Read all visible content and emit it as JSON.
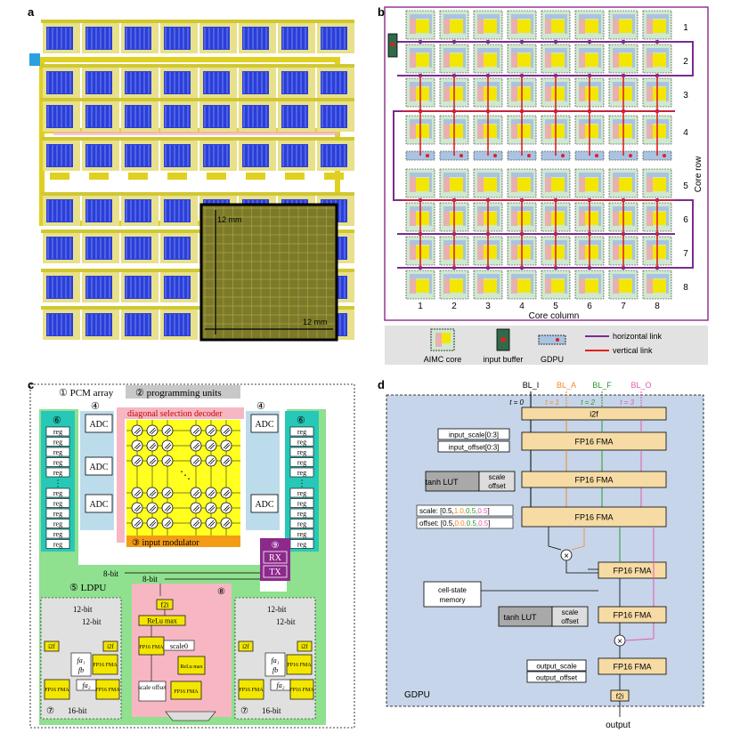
{
  "panels": {
    "a": "a",
    "b": "b",
    "c": "c",
    "d": "d"
  },
  "panel_a": {
    "scale_vertical": "12 mm",
    "scale_horizontal": "12 mm"
  },
  "panel_b": {
    "row_labels": [
      "1",
      "2",
      "3",
      "4",
      "5",
      "6",
      "7",
      "8"
    ],
    "col_labels": [
      "1",
      "2",
      "3",
      "4",
      "5",
      "6",
      "7",
      "8"
    ],
    "row_axis_label": "Core row",
    "col_axis_label": "Core column",
    "legend": {
      "aimc_core": "AIMC core",
      "input_buffer": "input buffer",
      "gdpu": "GDPU",
      "horizontal_link": "horizontal link",
      "vertical_link": "vertical link"
    },
    "colors": {
      "horizontal": "#7b2c8e",
      "vertical": "#e02020",
      "core": "#f3e600"
    }
  },
  "panel_c": {
    "pcm_array": "① PCM array",
    "programming_units": "② programming units",
    "diag_decoder": "diagonal selection decoder",
    "input_modulator": "③ input modulator",
    "adc": "ADC",
    "circ4": "④",
    "ldpu": "⑤ LDPU",
    "circ6": "⑥",
    "circ7": "⑦",
    "circ8": "⑧",
    "circ9": "⑨",
    "reg": "reg",
    "dots": "⋮",
    "rx": "RX",
    "tx": "TX",
    "bit8": "8-bit",
    "bit12": "12-bit",
    "bit16": "16-bit",
    "i2f": "i2f",
    "f2i": "f2i",
    "fp16fma": "FP16 FMA",
    "fa1": "fa₁",
    "fb": "fb",
    "fa2": "fa₂",
    "relu_max": "ReLu max",
    "scale0": "scale0",
    "scale_offset": "scale offset"
  },
  "panel_d": {
    "inputs": [
      "BL_I",
      "BL_A",
      "BL_F",
      "BL_O"
    ],
    "times": [
      "t = 0",
      "t = 1",
      "t = 2",
      "t = 3"
    ],
    "i2f": "i2f",
    "fp16fma": "FP16 FMA",
    "input_scale": "input_scale[0:3]",
    "input_offset": "input_offset[0:3]",
    "tanh_lut": "tanh LUT",
    "scale": "scale",
    "offset": "offset",
    "scale_list_prefix": "scale: [0.5,",
    "offset_list_prefix": "offset: [0.5,",
    "scale_vals": [
      "1.0",
      "0.5",
      "0.5"
    ],
    "offset_vals": [
      "0.0",
      "0.5",
      "0.5"
    ],
    "cell_state": "cell-state memory",
    "output_scale": "output_scale",
    "output_offset": "output_offset",
    "f2i": "f2i",
    "gdpu": "GDPU",
    "output": "output",
    "colors": [
      "#000000",
      "#f08a24",
      "#2a9a2a",
      "#e05ab0"
    ]
  }
}
